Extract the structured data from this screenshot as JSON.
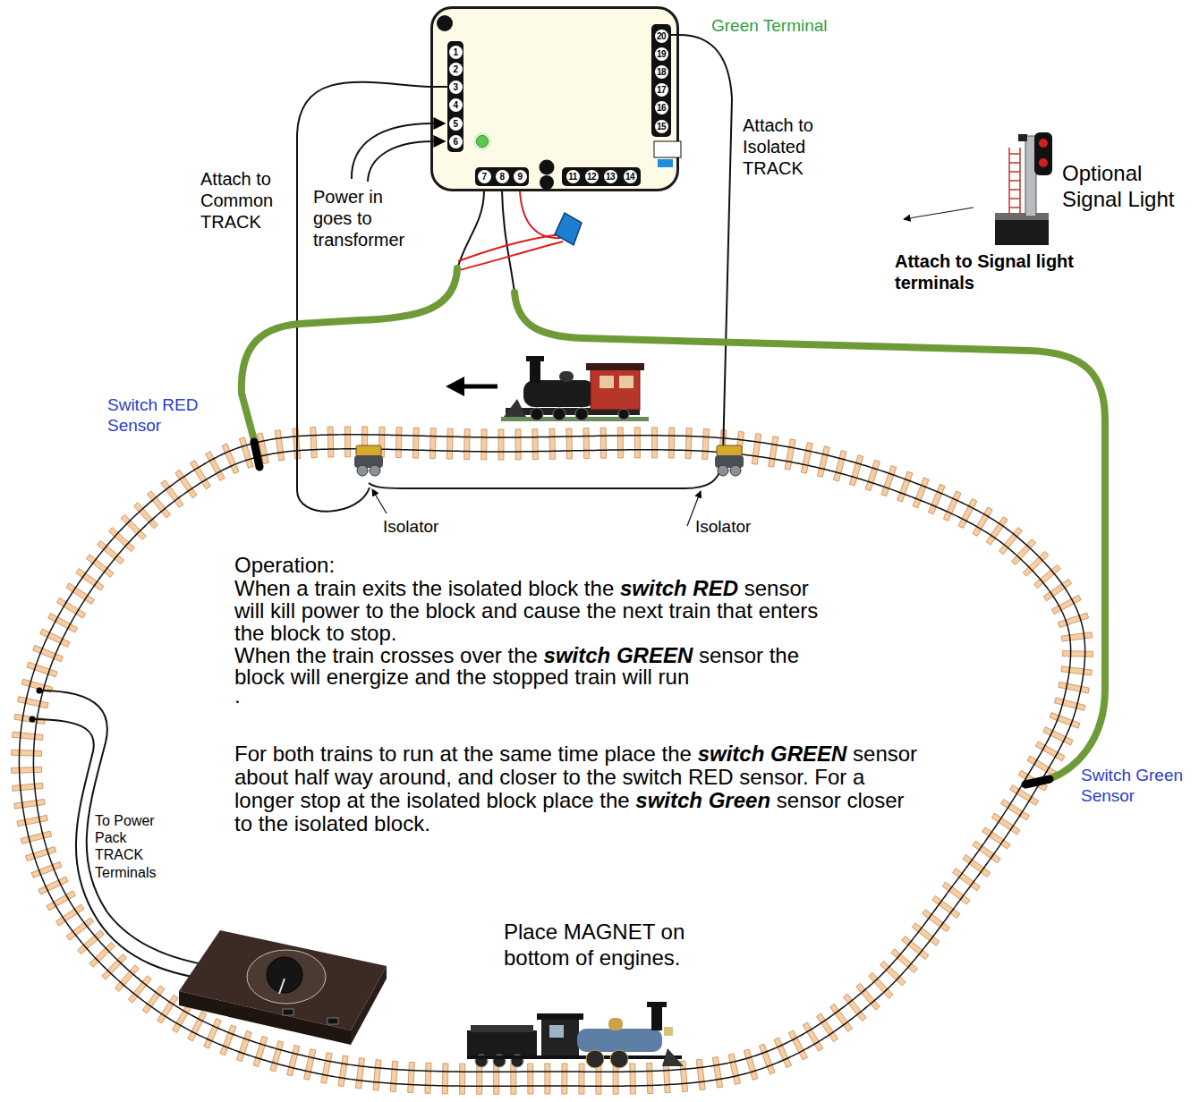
{
  "diagram": {
    "nodes": [
      {
        "text": [
          "1",
          "2",
          "3",
          "4",
          "5",
          "6",
          "7",
          "8",
          "9",
          "11",
          "12",
          "13",
          "14",
          "20",
          "19",
          "18",
          "17",
          "16",
          "15"
        ]
      }
    ],
    "labels": [
      "Green Terminal",
      "Attach to Common TRACK",
      "Power in goes to transformer",
      "Attach to Isolated TRACK",
      "Optional Signal Light",
      "Attach to Signal light terminals",
      "Switch RED Sensor",
      "Isolator",
      "Isolator",
      "Operation:",
      "When a train exits the isolated block the",
      "switch RED",
      "sensor",
      "will kill power to the block and cause the next train that enters",
      "the block to stop.",
      "When the train crosses over the",
      "switch GREEN",
      "sensor the",
      "block will energize and the stopped train will run",
      ".",
      "For both trains to run at the same time place the",
      "switch GREEN",
      "sensor",
      "about half way around, and closer to the switch RED sensor. For a",
      "longer stop at the isolated block place the",
      "switch Green",
      "sensor closer",
      "to the isolated block.",
      "Switch Green Sensor",
      "To Power Pack TRACK Terminals",
      "Place MAGNET on bottom of engines."
    ]
  }
}
